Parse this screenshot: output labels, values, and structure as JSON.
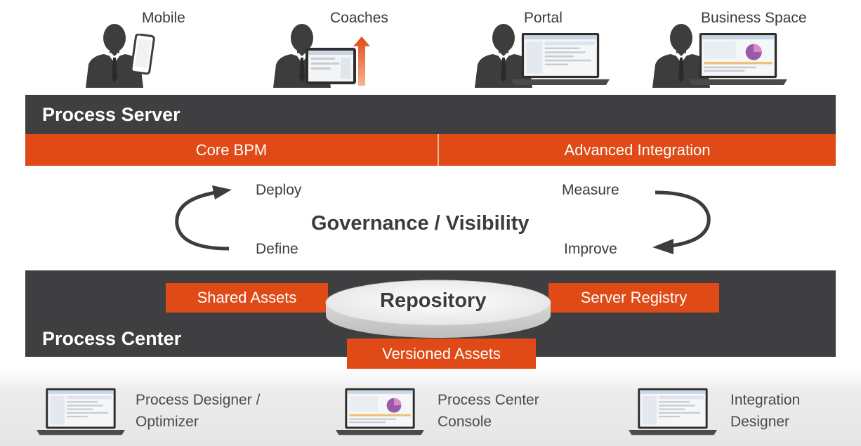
{
  "top_roles": [
    {
      "label": "Mobile",
      "device": "phone"
    },
    {
      "label": "Coaches",
      "device": "tablet"
    },
    {
      "label": "Portal",
      "device": "laptop"
    },
    {
      "label": "Business Space",
      "device": "laptop"
    }
  ],
  "process_server": {
    "title": "Process Server",
    "left_segment": "Core BPM",
    "right_segment": "Advanced Integration"
  },
  "governance": {
    "center_text": "Governance / Visibility",
    "deploy": "Deploy",
    "define": "Define",
    "measure": "Measure",
    "improve": "Improve"
  },
  "process_center": {
    "title": "Process Center",
    "repository": "Repository",
    "shared_assets": "Shared Assets",
    "server_registry": "Server Registry",
    "versioned_assets": "Versioned Assets"
  },
  "tools": [
    {
      "line1": "Process Designer /",
      "line2": "Optimizer"
    },
    {
      "line1": "Process Center",
      "line2": "Console"
    },
    {
      "line1": "Integration",
      "line2": "Designer"
    }
  ],
  "colors": {
    "accent_orange": "#e04a16",
    "dark_bar": "#3f3f41",
    "silhouette": "#3d3d3d"
  }
}
